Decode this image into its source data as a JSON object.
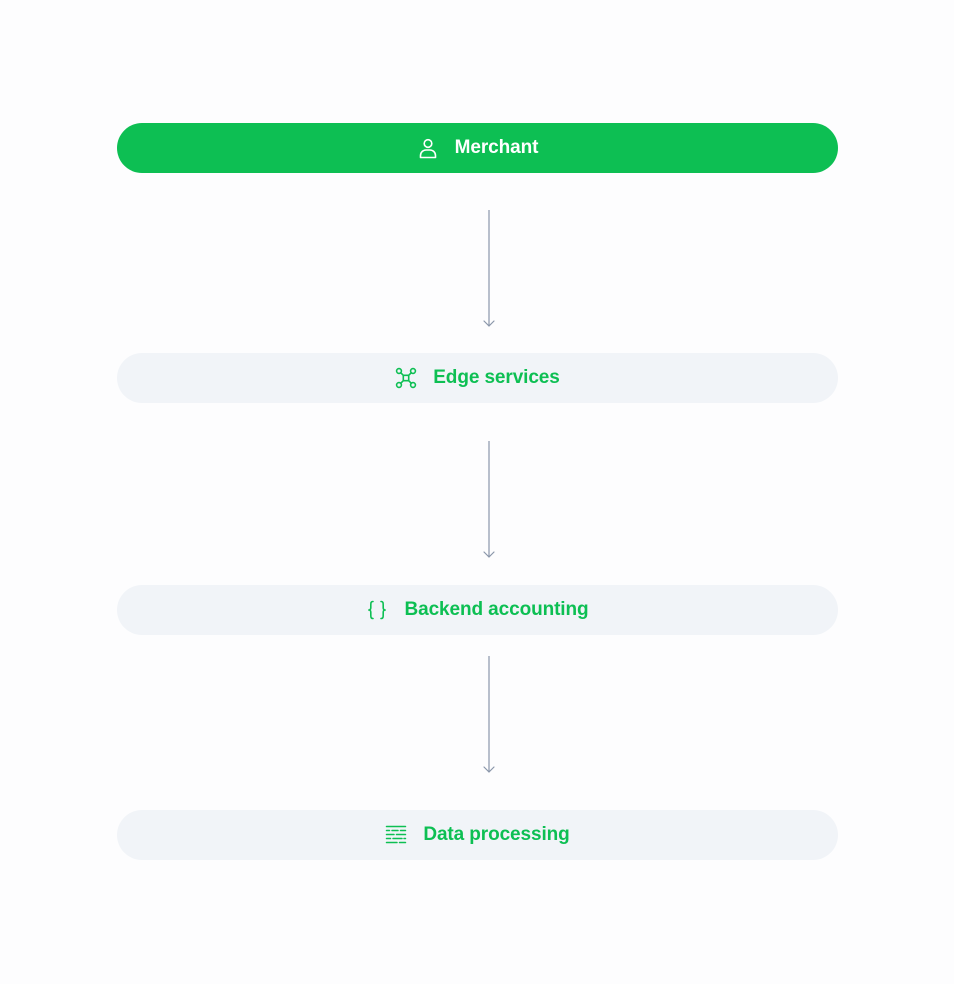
{
  "nodes": [
    {
      "label": "Merchant",
      "icon": "user-icon",
      "style": "primary"
    },
    {
      "label": "Edge services",
      "icon": "network-nodes-icon",
      "style": "secondary"
    },
    {
      "label": "Backend accounting",
      "icon": "curly-braces-icon",
      "style": "secondary"
    },
    {
      "label": "Data processing",
      "icon": "data-lines-icon",
      "style": "secondary"
    }
  ],
  "colors": {
    "accent": "#0dbf53",
    "pill_background": "#f1f4f8",
    "arrow": "#8a96aa",
    "page_background": "#fdfdfe"
  }
}
